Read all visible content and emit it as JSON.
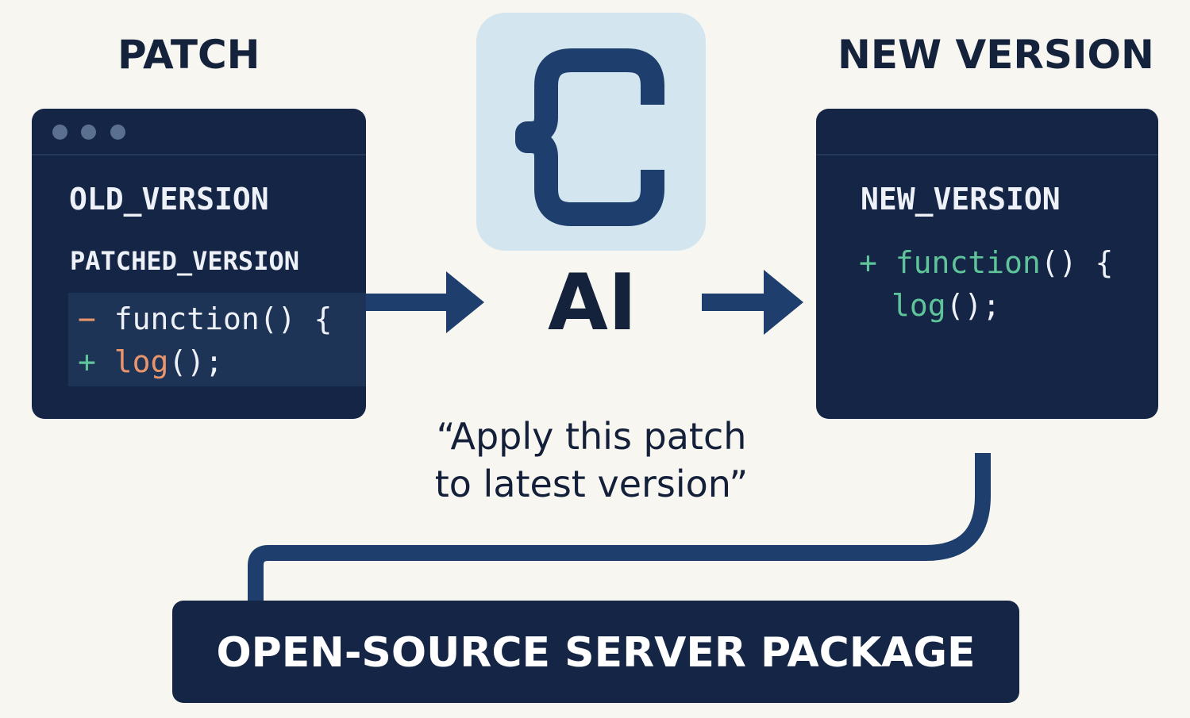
{
  "headings": {
    "patch": "PATCH",
    "new_version": "NEW VERSION"
  },
  "patch_panel": {
    "old_label": "OLD_VERSION",
    "patched_label": "PATCHED_VERSION",
    "diff": [
      {
        "sign": "−",
        "code": "function",
        "rest": "() {"
      },
      {
        "sign": "+",
        "code": "log",
        "rest": "();"
      }
    ]
  },
  "new_panel": {
    "label": "NEW_VERSION",
    "lines": [
      {
        "sign": "+",
        "code": "function",
        "rest": "() {"
      },
      {
        "sign": "",
        "code": "log",
        "rest": "();"
      }
    ]
  },
  "ai": {
    "icon": "curly-brace-icon",
    "label": "AI"
  },
  "instruction": {
    "line1": "“Apply this patch",
    "line2": "to latest version”"
  },
  "package": {
    "label": "OPEN-SOURCE SERVER PACKAGE"
  },
  "colors": {
    "background": "#f8f6f1",
    "panel": "#142545",
    "accent_blue": "#1e3f6e",
    "icon_bg": "#d3e6ef",
    "added_green": "#5fc49a",
    "removed_orange": "#e8956c"
  }
}
